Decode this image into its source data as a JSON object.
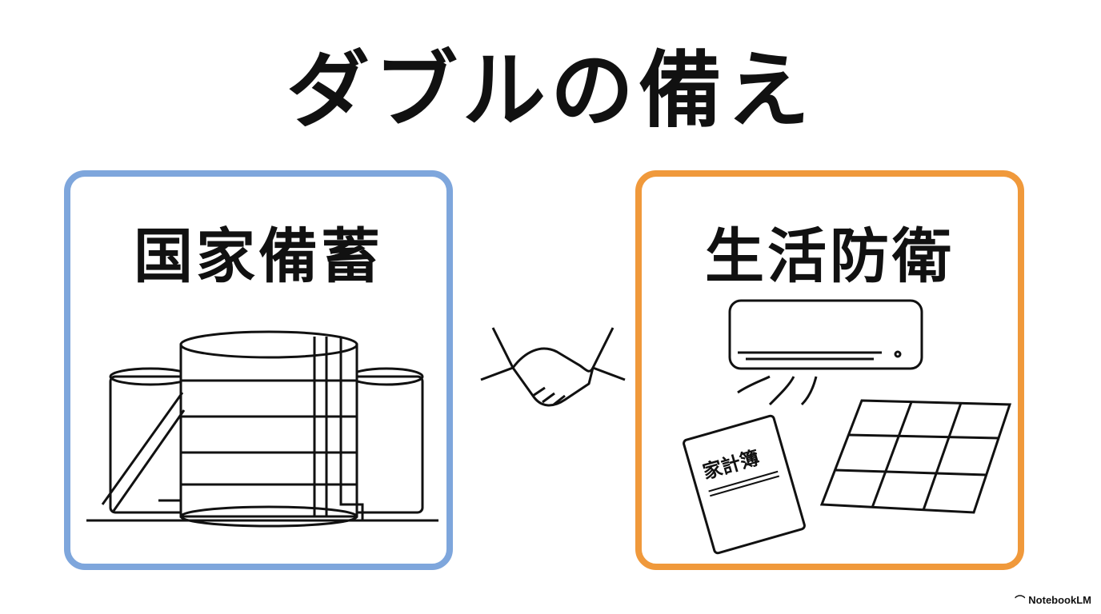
{
  "title": "ダブルの備え",
  "panels": {
    "left": {
      "title": "国家備蓄",
      "illustration": "oil-storage-tanks",
      "border_color": "#7ea6dc"
    },
    "right": {
      "title": "生活防衛",
      "illustration": "air-conditioner-ledger-solar-panel",
      "border_color": "#f0993b",
      "ledger_label": "家計簿"
    }
  },
  "center_icon": "handshake-icon",
  "watermark": {
    "label": "NotebookLM",
    "icon": "notebooklm-logo-icon"
  }
}
